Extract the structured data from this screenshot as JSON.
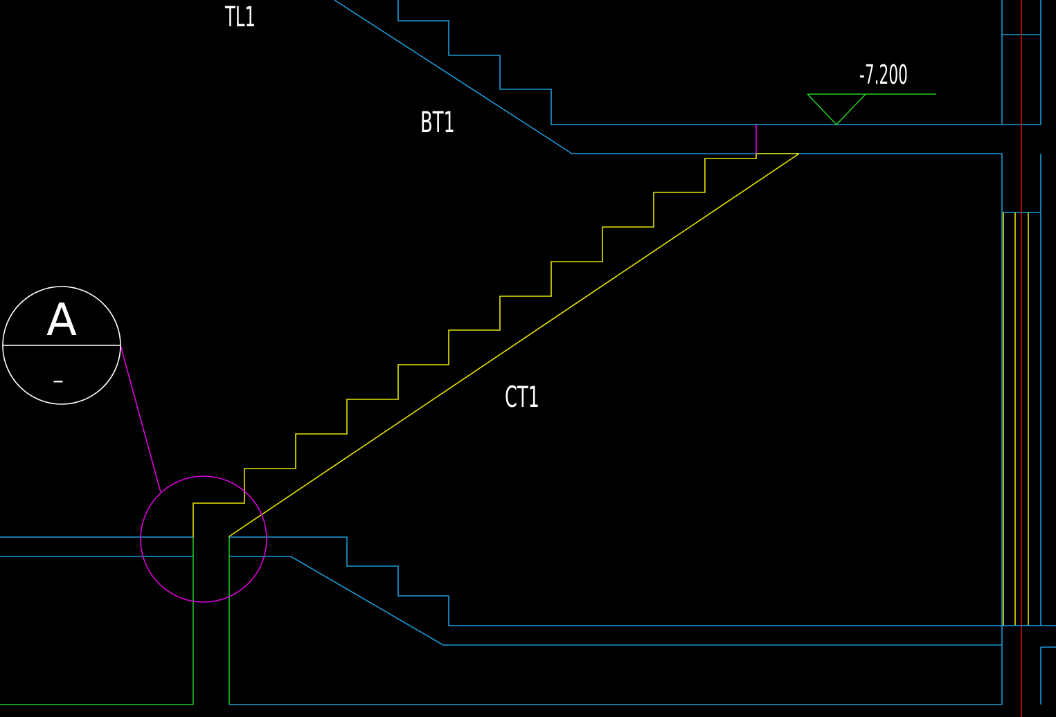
{
  "drawing": {
    "background": "#000000",
    "labels": {
      "slab_tl": "TL1",
      "stair_bt": "BT1",
      "stair_ct": "CT1",
      "elevation": "-7.200",
      "detail_letter": "A",
      "detail_sheet": "–"
    },
    "colors": {
      "cyan": "#1e9bd7",
      "yellow": "#e6e600",
      "green": "#22cc22",
      "magenta": "#dd00dd",
      "red": "#dd0000",
      "white": "#ffffff"
    }
  }
}
